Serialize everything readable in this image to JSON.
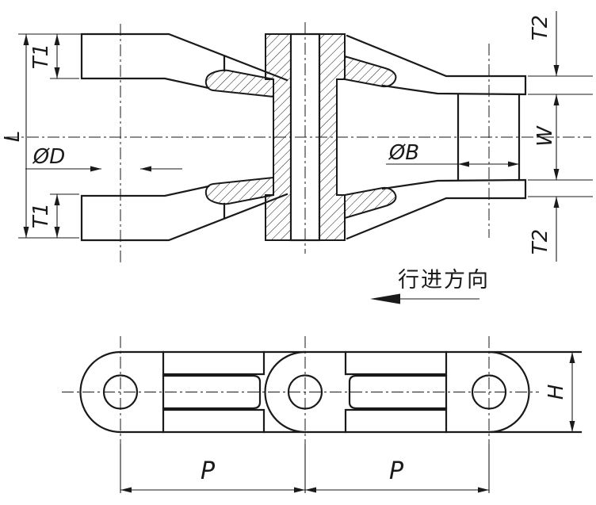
{
  "page": {
    "background": "#ffffff",
    "line_color": "#1a1a1a"
  },
  "top_view": {
    "labels": {
      "t1_top": "T1",
      "t1_bottom": "T1",
      "pin_length": "L",
      "pin_diameter": "ØD",
      "t2_top": "T2",
      "t2_bottom": "T2",
      "inner_width": "W",
      "bushing_bore": "ØB"
    }
  },
  "direction_marker": {
    "label": "行进方向"
  },
  "bottom_view": {
    "labels": {
      "pitch_1": "P",
      "pitch_2": "P",
      "plate_height": "H"
    }
  }
}
